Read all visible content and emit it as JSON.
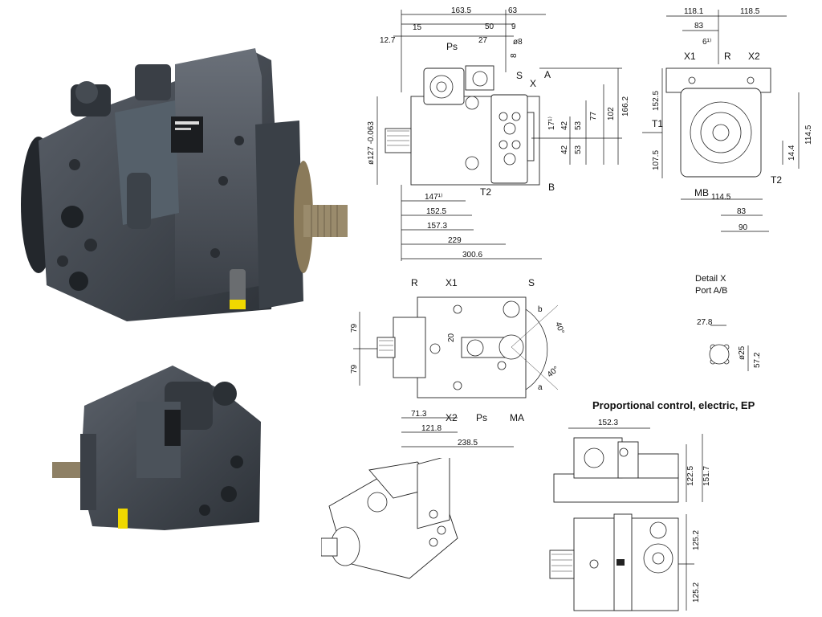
{
  "drawing": {
    "ep_title": "Proportional control, electric, EP",
    "detail_title": "Detail X",
    "detail_port": "Port A/B"
  },
  "view_top": {
    "dims_top": [
      "163.5",
      "63",
      "15",
      "12.7",
      "50",
      "9",
      "27",
      "ø8",
      "8"
    ],
    "dims_right": [
      "166.2",
      "102",
      "77",
      "53",
      "42",
      "17¹⁾",
      "42",
      "53"
    ],
    "dims_left": "ø127 -0.063",
    "dims_bottom": [
      "147¹⁾",
      "152.5",
      "157.3",
      "229",
      "300.6"
    ],
    "ports": [
      "Ps",
      "S",
      "X",
      "A",
      "T2",
      "B"
    ]
  },
  "view_side": {
    "dims_top": [
      "118.1",
      "118.5",
      "83",
      "6¹⁾"
    ],
    "dims_left": [
      "152.5",
      "107.5"
    ],
    "dims_right": [
      "114.5",
      "14.4"
    ],
    "dims_bottom": [
      "114.5",
      "83",
      "90"
    ],
    "ports": [
      "X1",
      "R",
      "X2",
      "T1",
      "MB",
      "T2"
    ]
  },
  "view_plan": {
    "dims_left": [
      "79",
      "79"
    ],
    "dims_mid": "20",
    "dims_bottom": [
      "71.3",
      "121.8",
      "238.5"
    ],
    "angles": [
      "40°",
      "40°"
    ],
    "ports": [
      "R",
      "X1",
      "S",
      "X2",
      "Ps",
      "MA",
      "a",
      "b"
    ]
  },
  "detail_x": {
    "dims": [
      "27.8",
      "ø25",
      "57.2"
    ]
  },
  "ep_view": {
    "dims": [
      "152.3",
      "122.5",
      "151.7",
      "125.2",
      "125.2"
    ]
  },
  "colors": {
    "pump_body": "#4a5058",
    "line": "#111111"
  }
}
